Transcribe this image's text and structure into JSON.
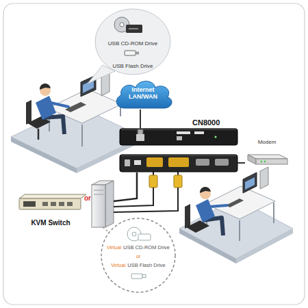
{
  "diagram": {
    "nodes": [
      {
        "text": [
          "USB CD-ROM Drive",
          "USB Flash Drive"
        ]
      },
      {
        "text": [
          "Internet LAN/WAN"
        ]
      },
      {
        "text": [
          "CN8000"
        ]
      },
      {
        "text": [
          "Modem"
        ]
      },
      {
        "text": [
          "KVM Switch"
        ]
      },
      {
        "text": [
          "Virtual",
          "USB CD-ROM Drive",
          "or",
          "Virtual",
          "USB Flash Drive"
        ]
      }
    ],
    "edges": [
      {
        "from": 1,
        "to": 2,
        "arrow": "none"
      },
      {
        "from": 2,
        "to": 3,
        "arrow": "none"
      }
    ],
    "labels": [
      "or"
    ]
  }
}
